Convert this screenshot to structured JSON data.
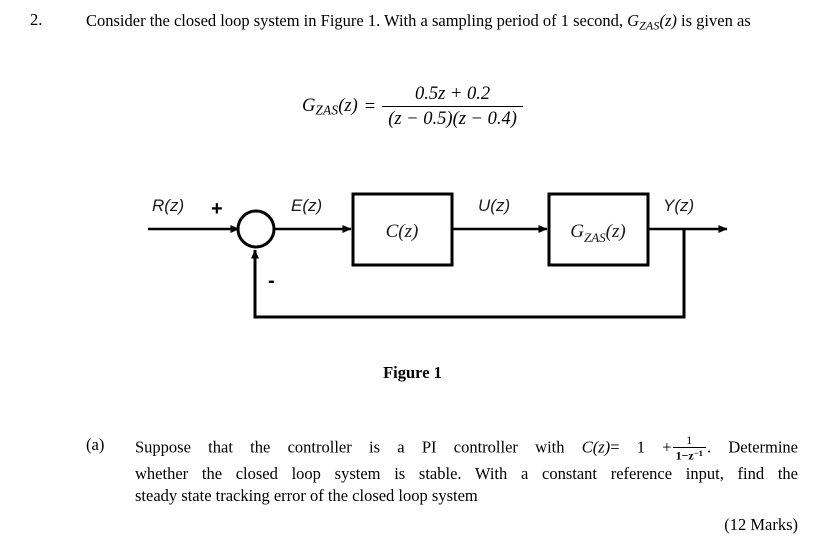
{
  "page": {
    "question_number": "2.",
    "question_text_part1": "Consider the closed loop system in Figure 1. With a sampling period of 1 second, ",
    "question_symbol_G": "G",
    "question_symbol_G_sub": "ZAS",
    "question_symbol_G_arg": "(z)",
    "question_text_part2": " is given as"
  },
  "equation": {
    "lhs_G": "G",
    "lhs_sub": "ZAS",
    "lhs_arg": "(z)",
    "equals": "=",
    "numerator": "0.5z + 0.2",
    "denominator": "(z − 0.5)(z − 0.4)"
  },
  "diagram": {
    "labels": {
      "input": "R(z)",
      "plus": "+",
      "error": "E(z)",
      "control": "U(z)",
      "output": "Y(z)",
      "minus": "-"
    },
    "blocks": {
      "controller_main": "C(",
      "controller_var": "z",
      "controller_close": ")",
      "plant_main": "G",
      "plant_sub": "ZAS",
      "plant_open": "(",
      "plant_var": "z",
      "plant_close": ")"
    },
    "colors": {
      "line": "#000000",
      "label": "#1a1a1a"
    }
  },
  "figure_caption": "Figure 1",
  "part_a": {
    "label": "(a)",
    "line1_text_a": "Suppose that the controller is a PI controller with ",
    "line1_cz": "C(z)",
    "line1_text_b": "= 1 +",
    "frac_num": "1",
    "frac_den_a": "1−z",
    "frac_den_sup": "−1",
    "line1_text_c": ". Determine",
    "line2": "whether the closed loop system is stable. With a constant reference input, find the",
    "line3": "steady state tracking error of the closed loop system",
    "marks": "(12 Marks)"
  }
}
